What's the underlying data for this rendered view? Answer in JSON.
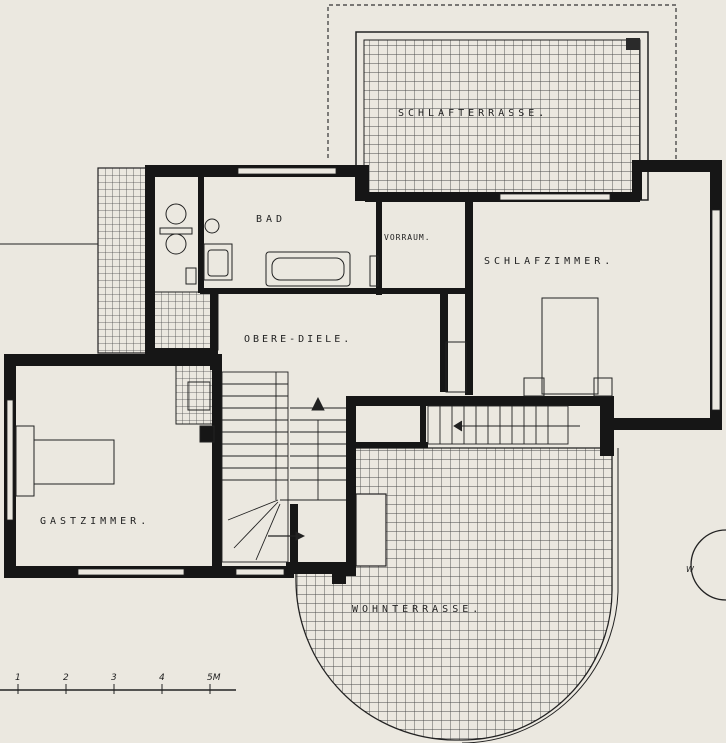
{
  "rooms": {
    "schlafterrasse": "SCHLAFTERRASSE.",
    "bad": "BAD",
    "vorraum": "VORRAUM.",
    "schlafzimmer": "SCHLAFZIMMER.",
    "obere_diele": "OBERE-DIELE.",
    "gastzimmer": "GASTZIMMER.",
    "wohnterrasse": "WOHNTERRASSE."
  },
  "scale_bar": {
    "ticks": [
      "1",
      "2",
      "3",
      "4",
      "5M"
    ]
  },
  "compass": {
    "label": "W"
  },
  "colors": {
    "wall": "#161616",
    "paper": "#ebe8e0",
    "grid": "#555555"
  }
}
